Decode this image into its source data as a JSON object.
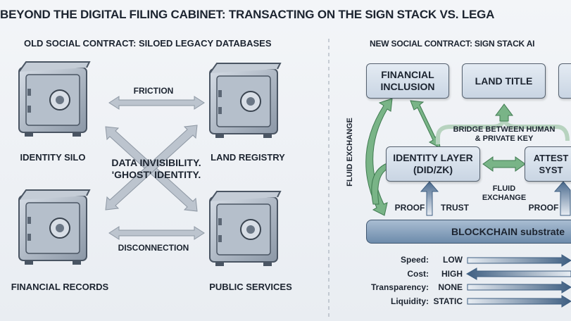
{
  "title": "BEYOND THE DIGITAL FILING CABINET: TRANSACTING ON THE SIGN STACK VS. LEGA",
  "left": {
    "header": "OLD SOCIAL CONTRACT: SILOED LEGACY DATABASES",
    "silos": [
      "IDENTITY SILO",
      "LAND REGISTRY",
      "FINANCIAL RECORDS",
      "PUBLIC SERVICES"
    ],
    "friction": "FRICTION",
    "disconnection": "DISCONNECTION",
    "center_line1": "DATA INVISIBILITY.",
    "center_line2": "'GHOST' IDENTITY.",
    "icon": "vault-safe-icon"
  },
  "right": {
    "header": "NEW SOCIAL CONTRACT: SIGN STACK AI",
    "financial_inclusion": "FINANCIAL INCLUSION",
    "land_title": "LAND TITLE",
    "bridge": "BRIDGE BETWEEN HUMAN & PRIVATE KEY",
    "identity_layer": "IDENTITY LAYER (DID/ZK)",
    "attest": "ATTEST SYST",
    "fluid_exchange_side": "FLUID EXCHANGE",
    "fluid_exchange_mid": "FLUID EXCHANGE",
    "proof1": "PROOF",
    "trust": "TRUST",
    "proof2": "PROOF",
    "blockchain": "BLOCKCHAIN substrate",
    "metrics": [
      {
        "key": "Speed:",
        "value": "LOW",
        "direction": "right"
      },
      {
        "key": "Cost:",
        "value": "HIGH",
        "direction": "left"
      },
      {
        "key": "Transparency:",
        "value": "NONE",
        "direction": "right"
      },
      {
        "key": "Liquidity:",
        "value": "STATIC",
        "direction": "right"
      }
    ]
  },
  "colors": {
    "green_arrow": "#6aa97a",
    "blue_arrow": "#3f5f82",
    "grey_arrow": "#b8c0ca"
  }
}
